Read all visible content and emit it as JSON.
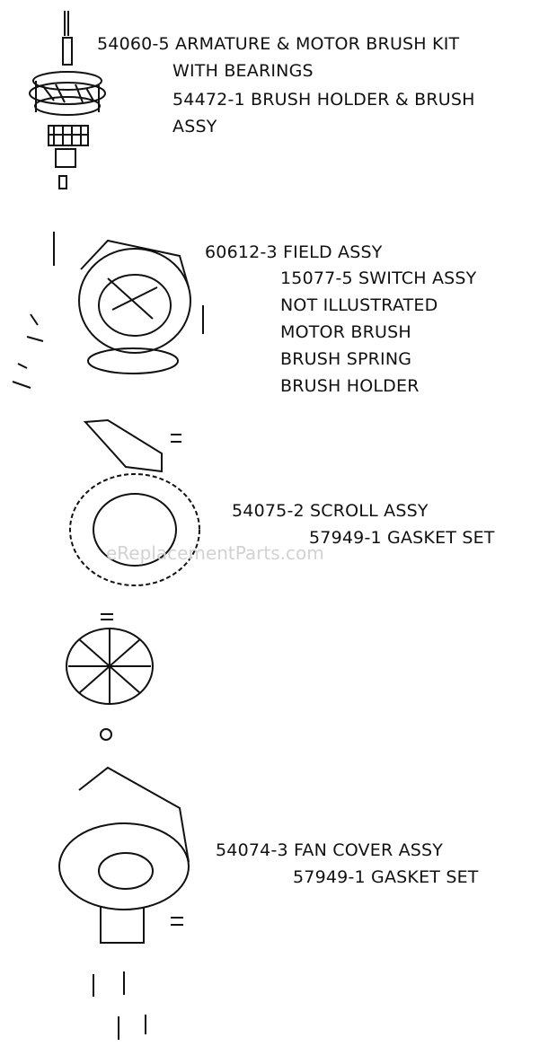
{
  "watermark": "eReplacementParts.com",
  "groups": [
    {
      "id": "armature",
      "lines": [
        "54060-5 ARMATURE & MOTOR BRUSH KIT",
        "WITH BEARINGS",
        "54472-1 BRUSH HOLDER & BRUSH",
        "ASSY"
      ]
    },
    {
      "id": "field",
      "lines": [
        "60612-3 FIELD ASSY",
        "15077-5 SWITCH ASSY",
        "NOT ILLUSTRATED",
        "MOTOR BRUSH",
        "BRUSH SPRING",
        "BRUSH HOLDER"
      ]
    },
    {
      "id": "scroll",
      "lines": [
        "54075-2 SCROLL ASSY",
        "57949-1 GASKET SET"
      ]
    },
    {
      "id": "fancover",
      "lines": [
        "54074-3 FAN COVER ASSY",
        "57949-1 GASKET SET"
      ]
    }
  ]
}
